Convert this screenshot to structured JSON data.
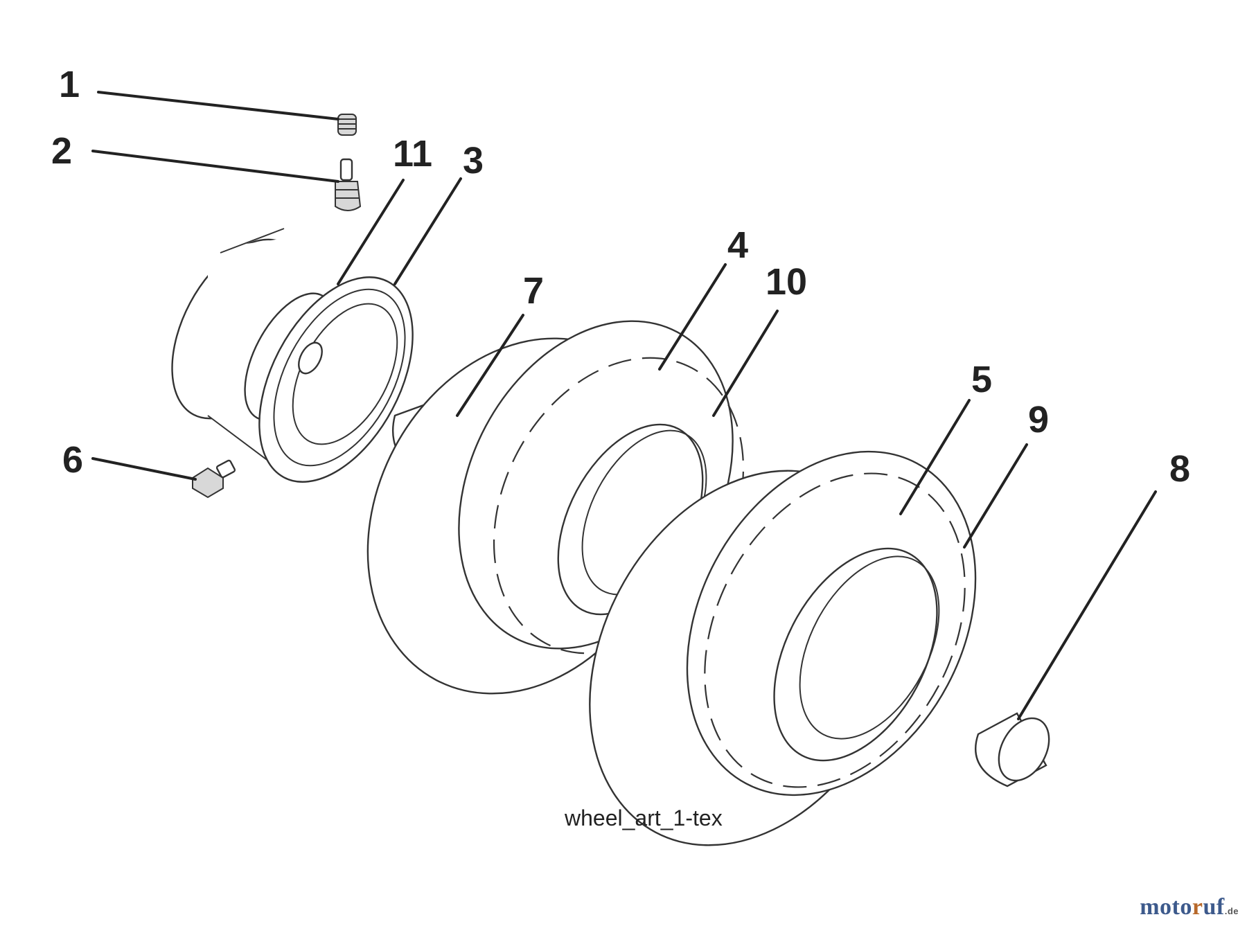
{
  "caption": "wheel_art_1-tex",
  "callouts": [
    "1",
    "2",
    "11",
    "3",
    "7",
    "4",
    "10",
    "5",
    "9",
    "8",
    "6"
  ],
  "watermark": {
    "part1": "moto",
    "part2": "r",
    "part3": "uf",
    "tld": ".de"
  },
  "colors": {
    "ink": "#222222",
    "brand_blue": "#3d5a8c",
    "brand_orange": "#b7682a"
  }
}
